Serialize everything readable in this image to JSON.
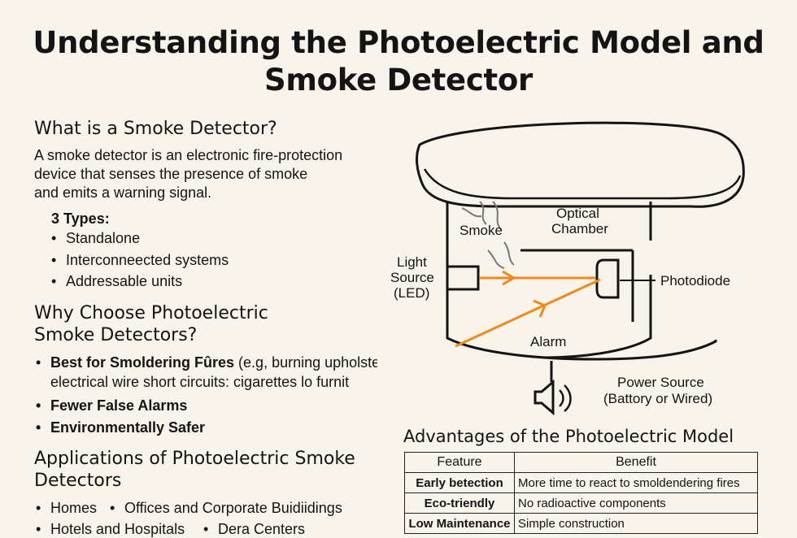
{
  "title": {
    "line1": "Understanding the Photoelectric Model and",
    "line2": "Smoke Detector"
  },
  "what": {
    "heading": "What is a Smoke Detector?",
    "lines": [
      "A smoke detector is an electronic fire-protection",
      "device that senses the presence of smoke",
      "and emits a warning signal."
    ],
    "types_heading": "3 Types:",
    "types": [
      "Standalone",
      "Interconneected systems",
      "Addressable units"
    ]
  },
  "why": {
    "heading_line1": "Why Choose Photoelectric",
    "heading_line2": "Smoke Detectors?",
    "item1_bold": "Best for Smoldering Fûres",
    "item1_rest": " (e.g, burning upholstery,",
    "item1_line2": "electrical wire short circuits: cigarettes lo furnit",
    "item2": "Fewer False Alarms",
    "item3": "Environmentally Safer"
  },
  "applications": {
    "heading_line1": "Applications of Photoelectric Smoke",
    "heading_line2": "Detectors",
    "row1": [
      "Homes",
      "Offices and Corporate Buidiidings"
    ],
    "row2": [
      "Hotels and Hospitals",
      "Dera Centers"
    ]
  },
  "diagram": {
    "smoke": "Smoke",
    "optical_line1": "Optical",
    "optical_line2": "Chamber",
    "light_line1": "Light",
    "light_line2": "Source",
    "light_line3": "(LED)",
    "photodiode": "Photodiode",
    "alarm": "Alarm",
    "power_line1": "Power Source",
    "power_line2": "(Battory or Wired)",
    "beam_color": "#f08a1c",
    "icons": [
      "speaker-icon"
    ]
  },
  "advantages": {
    "heading": "Advantages of the Photoelectric Model",
    "columns": [
      "Feature",
      "Benefit"
    ],
    "rows": [
      {
        "feature": "Early betection",
        "benefit": "More  time to react to smoldendering fires"
      },
      {
        "feature": "Eco-triendly",
        "benefit": "No radioactive components"
      },
      {
        "feature": "Low Maintenance",
        "benefit": "Simple construction"
      }
    ]
  }
}
